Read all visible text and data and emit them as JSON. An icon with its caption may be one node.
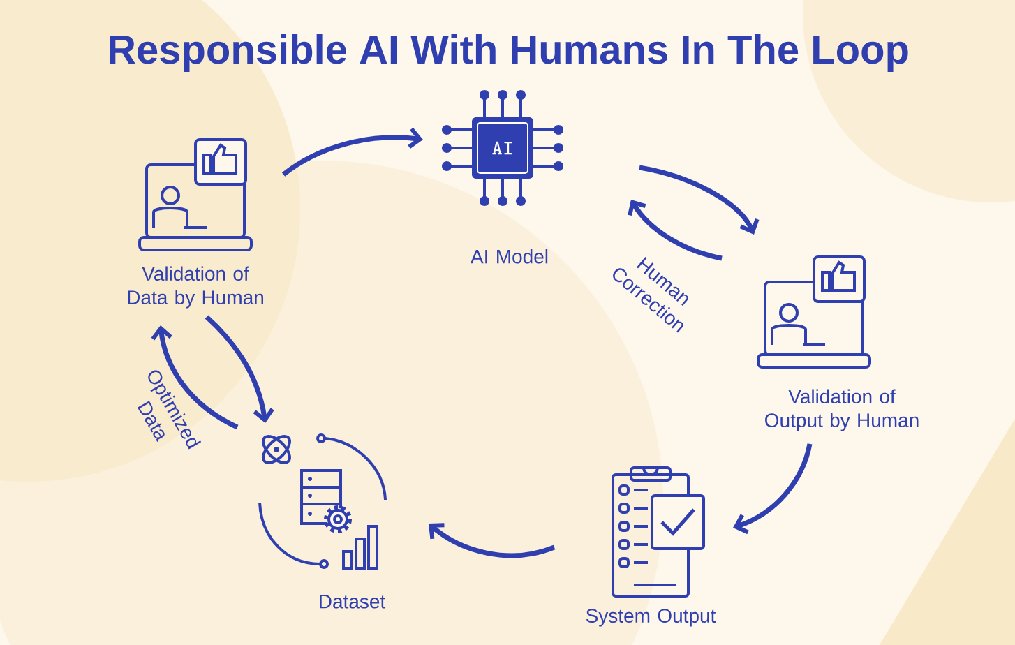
{
  "diagram": {
    "title": "Responsible AI With Humans In The Loop",
    "nodes": [
      {
        "text": [
          "Validation of Data by Human"
        ]
      },
      {
        "text": [
          "AI Model"
        ]
      },
      {
        "text": [
          "Validation of Output by Human"
        ]
      },
      {
        "text": [
          "System Output"
        ]
      },
      {
        "text": [
          "Dataset"
        ]
      }
    ],
    "edges": [
      {
        "from": 0,
        "to": 1,
        "arrow": "to"
      },
      {
        "from": 1,
        "to": 2,
        "arrow": "to"
      },
      {
        "from": 2,
        "to": 1,
        "arrow": "to",
        "label": "Human Correction"
      },
      {
        "from": 2,
        "to": 3,
        "arrow": "to"
      },
      {
        "from": 3,
        "to": 4,
        "arrow": "to"
      },
      {
        "from": 0,
        "to": 4,
        "arrow": "to"
      },
      {
        "from": 4,
        "to": 0,
        "arrow": "to",
        "label": "Optimized Data"
      }
    ],
    "labels": [
      "AI"
    ]
  }
}
